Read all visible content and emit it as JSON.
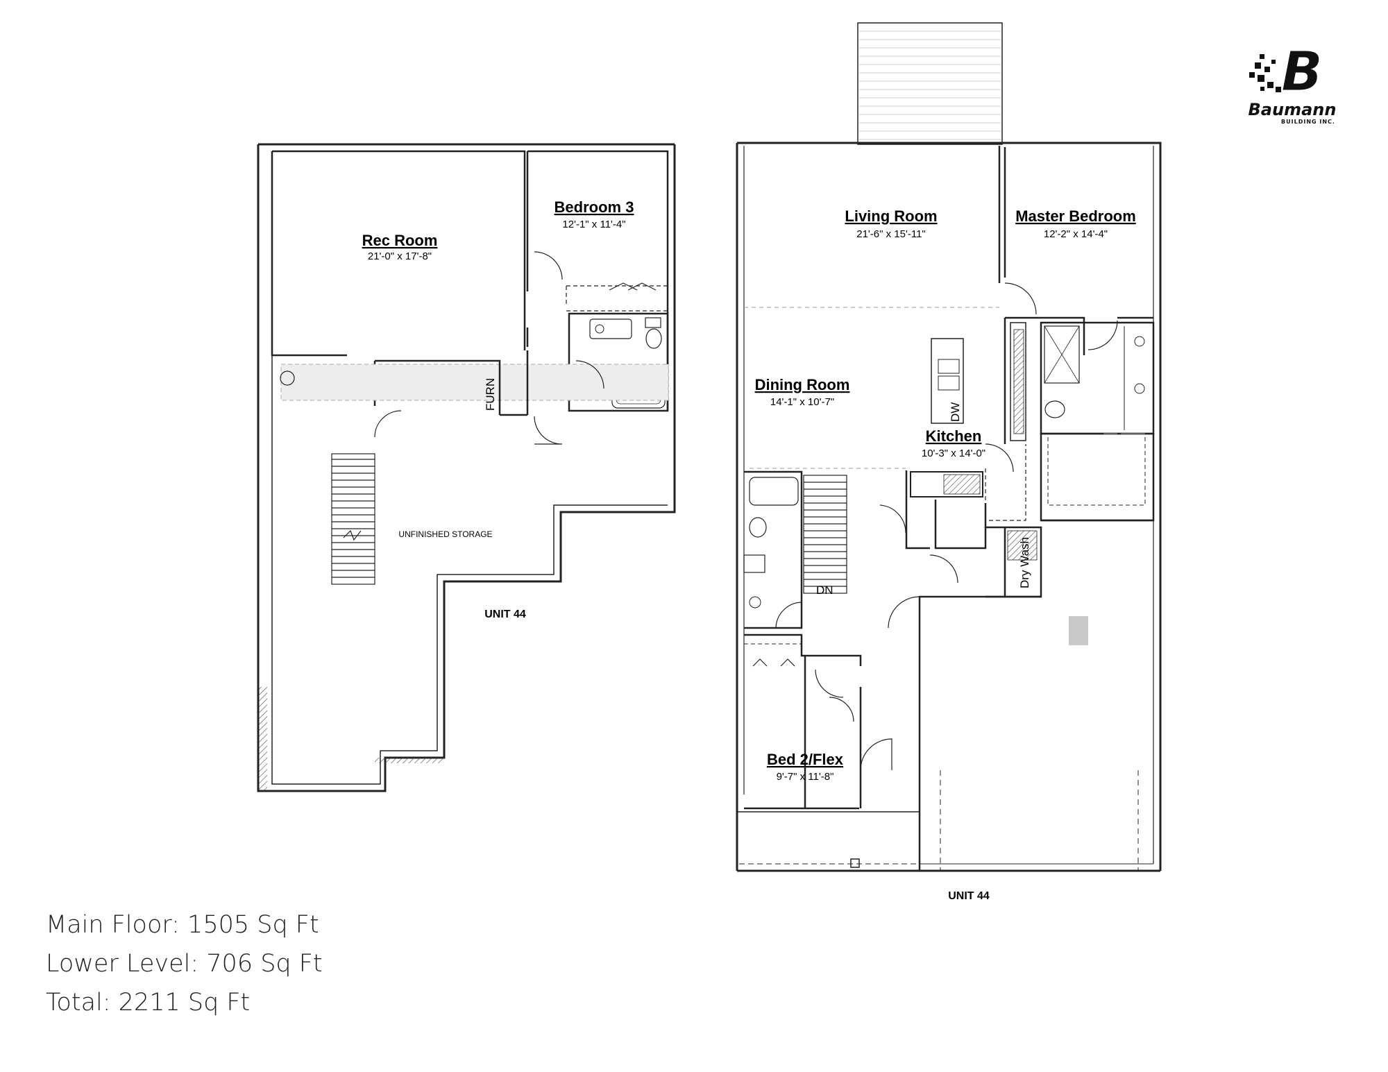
{
  "logo": {
    "letter": "B",
    "name": "Baumann",
    "subtitle": "BUILDING INC."
  },
  "lower_level": {
    "rooms": [
      {
        "name": "Rec Room",
        "dims": "21'-0\" x 17'-8\""
      },
      {
        "name": "Bedroom 3",
        "dims": "12'-1\" x 11'-4\""
      }
    ],
    "furnace_label": "FURN",
    "storage_label": "UNFINISHED STORAGE",
    "unit_label": "UNIT 44"
  },
  "main_floor": {
    "rooms": [
      {
        "name": "Living Room",
        "dims": "21'-6\" x 15'-11\""
      },
      {
        "name": "Master Bedroom",
        "dims": "12'-2\" x 14'-4\""
      },
      {
        "name": "Dining Room",
        "dims": "14'-1\" x 10'-7\""
      },
      {
        "name": "Kitchen",
        "dims": "10'-3\" x 14'-0\""
      },
      {
        "name": "Bed 2/Flex",
        "dims": "9'-7\" x 11'-8\""
      }
    ],
    "dishwasher_label": "DW",
    "stairs_label": "DN",
    "laundry_label": "Dry Wash",
    "unit_label": "UNIT 44"
  },
  "area_summary": [
    "Main Floor: 1505 Sq Ft",
    "Lower Level: 706 Sq Ft",
    "Total: 2211 Sq Ft"
  ]
}
